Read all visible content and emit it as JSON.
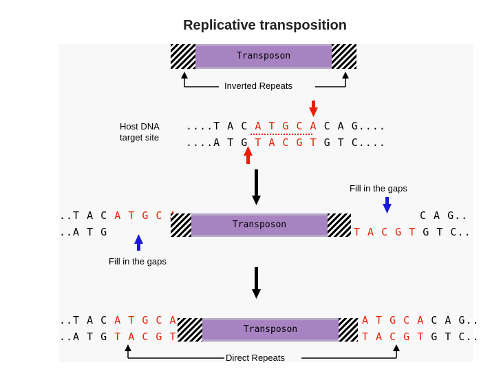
{
  "title": "Replicative transposition",
  "transposon_label": "Transposon",
  "inverted_repeats_label": "Inverted Repeats",
  "host_dna_label_1": "Host DNA",
  "host_dna_label_2": "target site",
  "fill_gaps_label": "Fill in the gaps",
  "direct_repeats_label": "Direct Repeats",
  "host": {
    "top": {
      "a": "....T A C ",
      "b": "A T G C A",
      "c": " C A G...."
    },
    "bottom": {
      "a": "....A T G ",
      "b": "T A C G T",
      "c": " G T C...."
    }
  },
  "step2": {
    "left_top": {
      "a": "..T A C ",
      "b": "A T G C A"
    },
    "left_bottom": "..A T G",
    "right_top": "C A G..",
    "right_bottom": {
      "a": "T A C G T",
      "b": " G T C.."
    }
  },
  "step3": {
    "left_top": {
      "a": "..T A C ",
      "b": "A T G C A"
    },
    "left_bottom": {
      "a": "..A T G ",
      "b": "T A C G T"
    },
    "right_top": {
      "a": "A T G C A",
      "b": " C A G.."
    },
    "right_bottom": {
      "a": "T A C G T",
      "b": " G T C.."
    }
  },
  "colors": {
    "highlight": "#e81f00",
    "transposon": "#a883c2",
    "fill_arrow": "#1a1ad6"
  }
}
